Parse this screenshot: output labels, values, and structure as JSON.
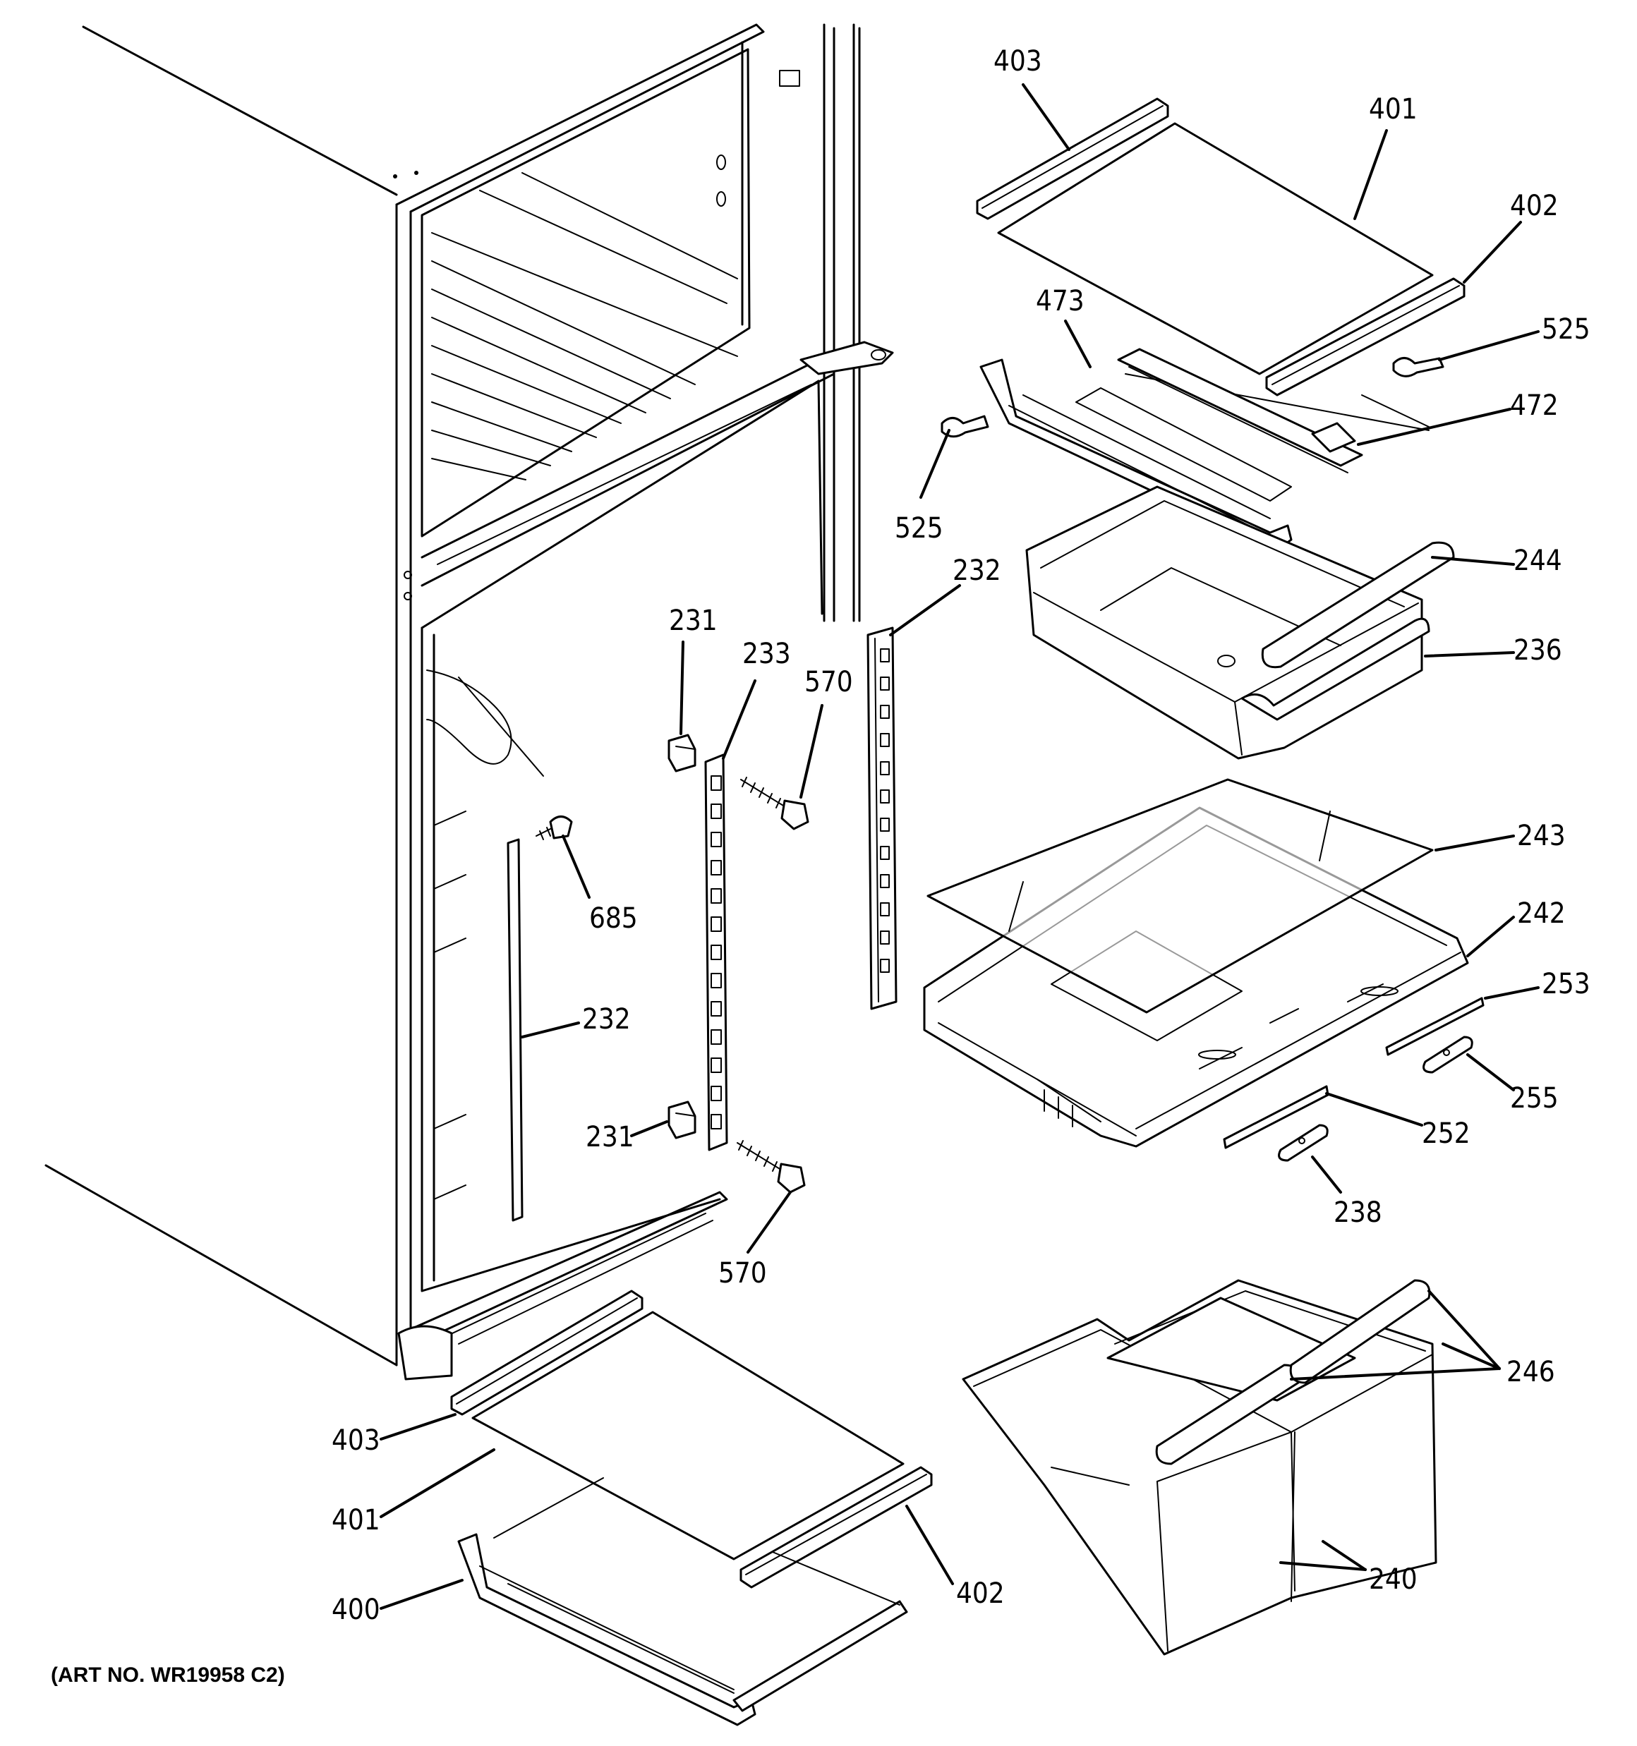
{
  "diagram": {
    "art_number": "(ART NO. WR19958 C2)",
    "callouts": [
      {
        "id": "c403-top",
        "label": "403"
      },
      {
        "id": "c401-top",
        "label": "401"
      },
      {
        "id": "c402-top",
        "label": "402"
      },
      {
        "id": "c525-right",
        "label": "525"
      },
      {
        "id": "c473",
        "label": "473"
      },
      {
        "id": "c472",
        "label": "472"
      },
      {
        "id": "c525-left",
        "label": "525"
      },
      {
        "id": "c244",
        "label": "244"
      },
      {
        "id": "c236",
        "label": "236"
      },
      {
        "id": "c232-right",
        "label": "232"
      },
      {
        "id": "c231-top",
        "label": "231"
      },
      {
        "id": "c233",
        "label": "233"
      },
      {
        "id": "c570-top",
        "label": "570"
      },
      {
        "id": "c243",
        "label": "243"
      },
      {
        "id": "c685",
        "label": "685"
      },
      {
        "id": "c242",
        "label": "242"
      },
      {
        "id": "c253",
        "label": "253"
      },
      {
        "id": "c232-left",
        "label": "232"
      },
      {
        "id": "c255",
        "label": "255"
      },
      {
        "id": "c231-bottom",
        "label": "231"
      },
      {
        "id": "c252",
        "label": "252"
      },
      {
        "id": "c238",
        "label": "238"
      },
      {
        "id": "c570-bottom",
        "label": "570"
      },
      {
        "id": "c246",
        "label": "246"
      },
      {
        "id": "c403-bottom",
        "label": "403"
      },
      {
        "id": "c401-bottom",
        "label": "401"
      },
      {
        "id": "c400",
        "label": "400"
      },
      {
        "id": "c402-bottom",
        "label": "402"
      },
      {
        "id": "c240",
        "label": "240"
      }
    ]
  }
}
